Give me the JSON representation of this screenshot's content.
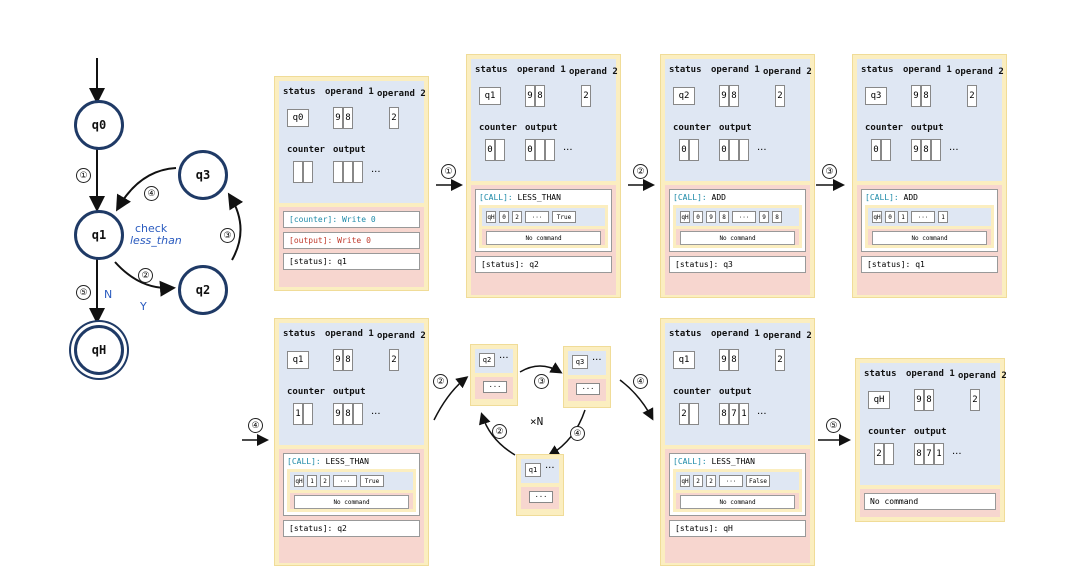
{
  "fsm": {
    "states": [
      "q0",
      "q1",
      "q2",
      "q3",
      "qH"
    ],
    "label_check": "check",
    "label_lt": "less_than",
    "label_n": "N",
    "label_y": "Y",
    "nums": [
      "①",
      "②",
      "③",
      "④",
      "⑤"
    ]
  },
  "mem": {
    "status": "status",
    "op1": "operand 1",
    "op2": "operand 2",
    "counter": "counter",
    "output": "output",
    "dots": "···"
  },
  "cmd": {
    "counter_w": "[counter]: Write 0",
    "output_w": "[output]: Write 0",
    "call": "[CALL]:",
    "lt": "LESS_THAN",
    "add": "ADD",
    "nocmd": "No command",
    "status_prefix": "[status]:",
    "true_v": "True",
    "false_v": "False"
  },
  "panels": [
    {
      "st": "q0",
      "op1": [
        "9",
        "8"
      ],
      "op2": "2",
      "cnt": [
        ""
      ],
      "out": [
        "",
        ""
      ],
      "status": "q1"
    },
    {
      "st": "q1",
      "op1": [
        "9",
        "8"
      ],
      "op2": "2",
      "cnt": [
        "0"
      ],
      "out": [
        "0"
      ],
      "status": "q2",
      "call": "LESS_THAN",
      "args": [
        "qH",
        "0",
        "2",
        "···",
        "True"
      ]
    },
    {
      "st": "q2",
      "op1": [
        "9",
        "8"
      ],
      "op2": "2",
      "cnt": [
        "0"
      ],
      "out": [
        "0"
      ],
      "status": "q3",
      "call": "ADD",
      "args": [
        "qH",
        "0",
        "9",
        "8",
        "···",
        "9",
        "8"
      ]
    },
    {
      "st": "q3",
      "op1": [
        "9",
        "8"
      ],
      "op2": "2",
      "cnt": [
        "0"
      ],
      "out": [
        "9",
        "8"
      ],
      "status": "q1",
      "call": "ADD",
      "args": [
        "qH",
        "0",
        "1",
        "···",
        "1"
      ]
    },
    {
      "st": "q1",
      "op1": [
        "9",
        "8"
      ],
      "op2": "2",
      "cnt": [
        "1"
      ],
      "out": [
        "9",
        "8"
      ],
      "status": "q2",
      "call": "LESS_THAN",
      "args": [
        "qH",
        "1",
        "2",
        "···",
        "True"
      ]
    },
    {
      "st": "q1",
      "op1": [
        "9",
        "8"
      ],
      "op2": "2",
      "cnt": [
        "2"
      ],
      "out": [
        "8",
        "7",
        "1"
      ],
      "status": "qH",
      "call": "LESS_THAN",
      "args": [
        "qH",
        "2",
        "2",
        "···",
        "False"
      ]
    },
    {
      "st": "qH",
      "op1": [
        "9",
        "8"
      ],
      "op2": "2",
      "cnt": [
        "2"
      ],
      "out": [
        "8",
        "7",
        "1"
      ]
    }
  ],
  "loop": {
    "st1": "q2",
    "st2": "q3",
    "st3": "q1",
    "dots": "···",
    "times": "×N"
  },
  "steps": [
    "①",
    "②",
    "③",
    "④",
    "⑤"
  ]
}
